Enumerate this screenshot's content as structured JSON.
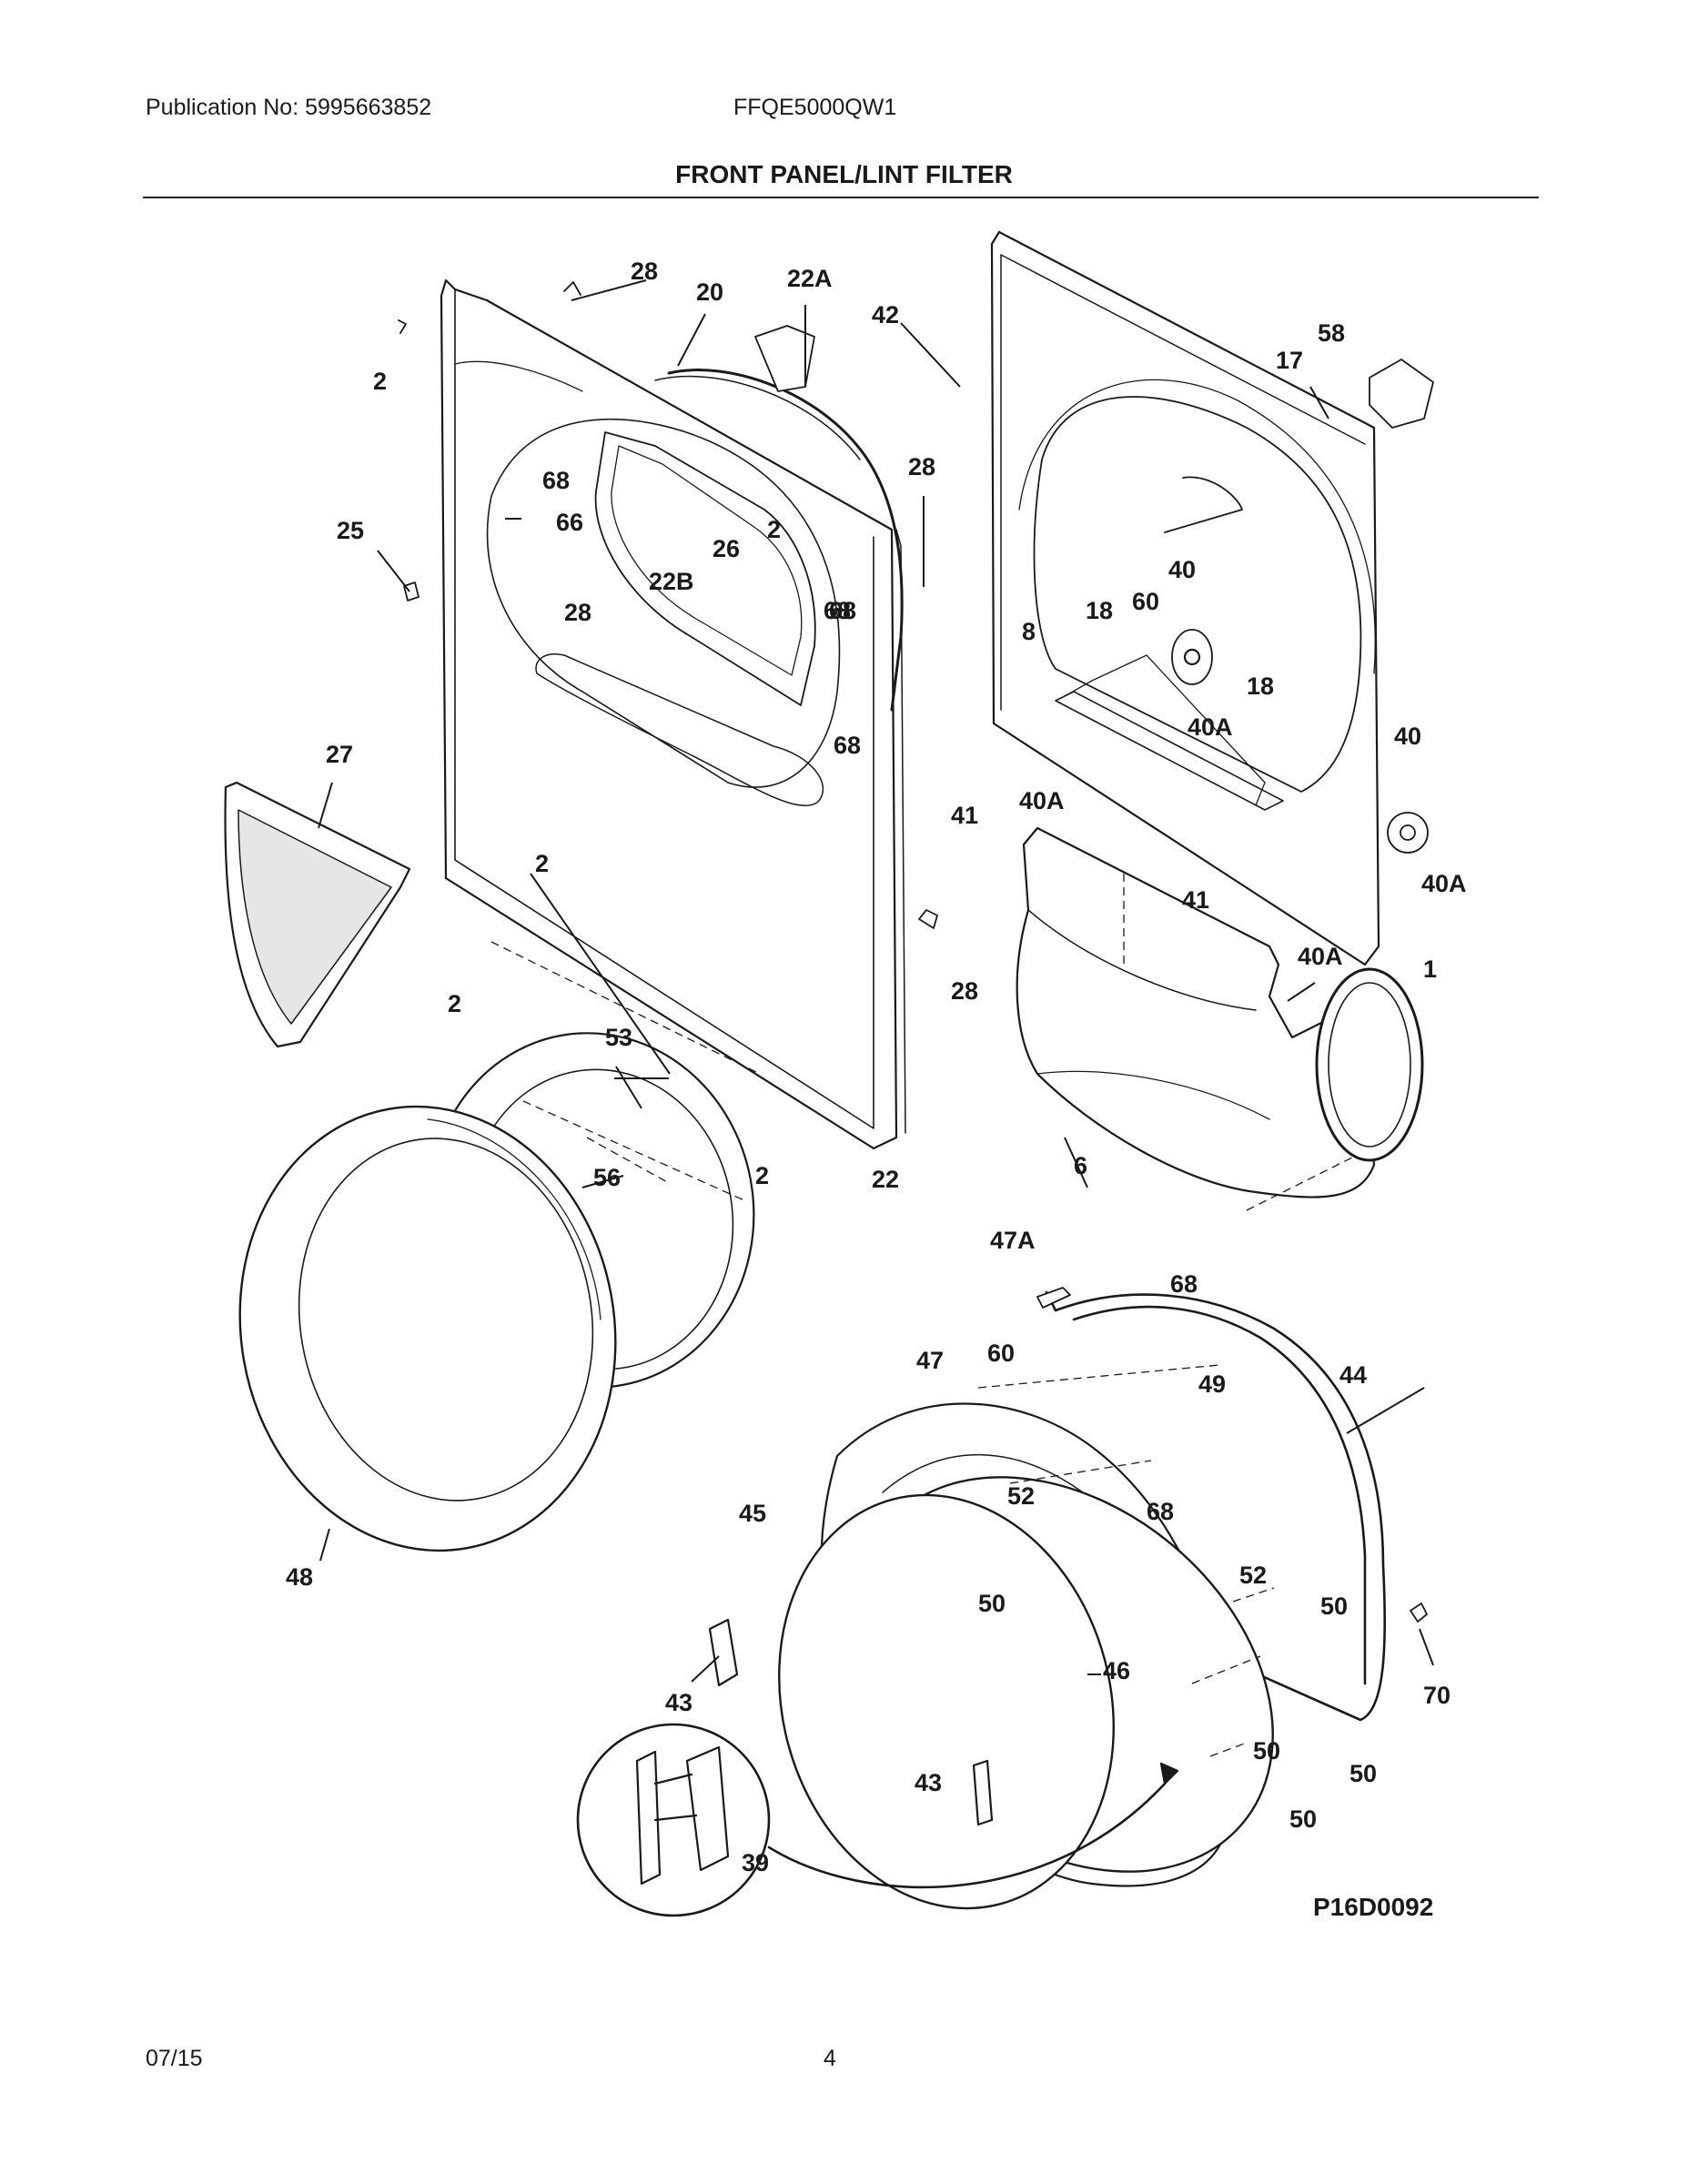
{
  "header": {
    "publication": "Publication No: 5995663852",
    "model": "FFQE5000QW1",
    "title": "FRONT PANEL/LINT FILTER"
  },
  "footer": {
    "date": "07/15",
    "page": "4"
  },
  "diagram": {
    "reference_code": "P16D0092",
    "part_callouts": [
      "28",
      "20",
      "22A",
      "42",
      "58",
      "17",
      "2",
      "68",
      "66",
      "25",
      "28",
      "2",
      "22B",
      "26",
      "68",
      "28",
      "68",
      "68",
      "27",
      "2",
      "2",
      "28",
      "18",
      "60",
      "40",
      "8",
      "18",
      "40A",
      "40",
      "41",
      "40A",
      "41",
      "40A",
      "40A",
      "1",
      "53",
      "56",
      "2",
      "22",
      "6",
      "48",
      "47A",
      "68",
      "47",
      "60",
      "49",
      "44",
      "52",
      "68",
      "45",
      "50",
      "52",
      "50",
      "46",
      "43",
      "50",
      "70",
      "50",
      "43",
      "50",
      "39"
    ],
    "colors": {
      "line": "#1a1a1a",
      "filter_mesh": "#e6e6e6",
      "background": "#ffffff"
    }
  }
}
